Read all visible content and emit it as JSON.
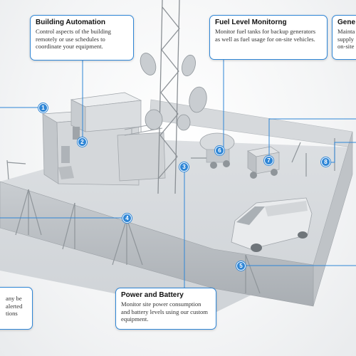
{
  "callouts": [
    {
      "id": "building-automation",
      "title": "Building Automation",
      "desc": "Control aspects of the building remotely or use schedules to coordinate your equipment."
    },
    {
      "id": "fuel-level",
      "title": "Fuel Level Monitorng",
      "desc": "Monitor fuel tanks for backup generators as well as fuel usage for on-site vehicles."
    },
    {
      "id": "generator",
      "title": "Gene",
      "desc": "Mainta supply on-site"
    },
    {
      "id": "security",
      "title": "",
      "desc": "any be alerted tions"
    },
    {
      "id": "power-battery",
      "title": "Power and Battery",
      "desc": "Monitor site power consumption and battery levels using our custom equipment."
    }
  ],
  "markers": [
    "1",
    "2",
    "3",
    "4",
    "5",
    "6",
    "7",
    "8"
  ],
  "colors": {
    "accent": "#2f86d6",
    "line": "#2f86d6"
  }
}
